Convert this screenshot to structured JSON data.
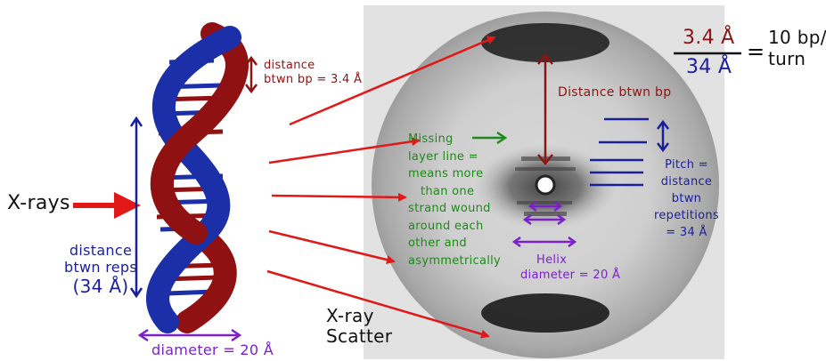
{
  "left_labels": {
    "xrays": "X-rays",
    "bp_distance": [
      "distance",
      "btwn bp = 3.4 Å"
    ],
    "reps_distance": [
      "distance",
      "btwn reps",
      "(34 Å)"
    ],
    "diameter": "diameter = 20 Å"
  },
  "scatter_label": [
    "X-ray",
    "Scatter"
  ],
  "pattern_labels": {
    "distance_bp": "Distance btwn bp",
    "missing_layer": [
      "Missing",
      "layer line =",
      "means more",
      "than one",
      "strand wound",
      "around each",
      "other and",
      "asymmetrically"
    ],
    "pitch": [
      "Pitch =",
      "distance",
      "btwn",
      "repetitions",
      "= 34 Å"
    ],
    "helix_diameter": [
      "Helix",
      "diameter = 20 Å"
    ]
  },
  "equation": {
    "numerator": "3.4 Å",
    "denominator": "34 Å",
    "equals": "=",
    "result": [
      "10 bp/",
      "turn"
    ]
  },
  "colors": {
    "red": "#e01818",
    "dark_red": "#8b1414",
    "navy": "#1a1f9a",
    "purple": "#7a22c8",
    "green": "#1e8a1a",
    "helix_blue": "#1b2fa8",
    "helix_red": "#8f1111"
  }
}
